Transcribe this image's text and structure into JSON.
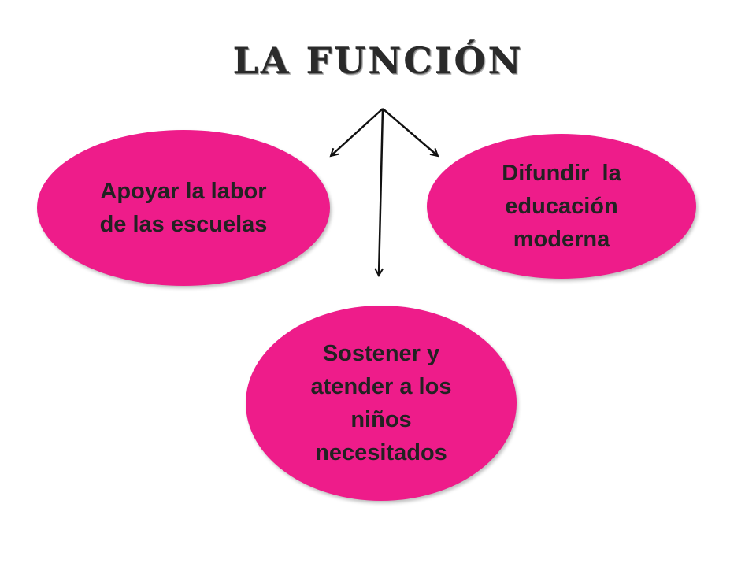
{
  "title": "LA FUNCIÓN",
  "colors": {
    "node_fill": "#ee1c8a",
    "text": "#222222",
    "arrow": "#111111"
  },
  "nodes": [
    {
      "id": "left",
      "lines": [
        "Apoyar la labor",
        "de las escuelas"
      ]
    },
    {
      "id": "right",
      "lines": [
        "Difundir  la",
        "educación",
        "moderna"
      ]
    },
    {
      "id": "bottom",
      "lines": [
        "Sostener y",
        "atender a los",
        "niños",
        "necesitados"
      ]
    }
  ]
}
